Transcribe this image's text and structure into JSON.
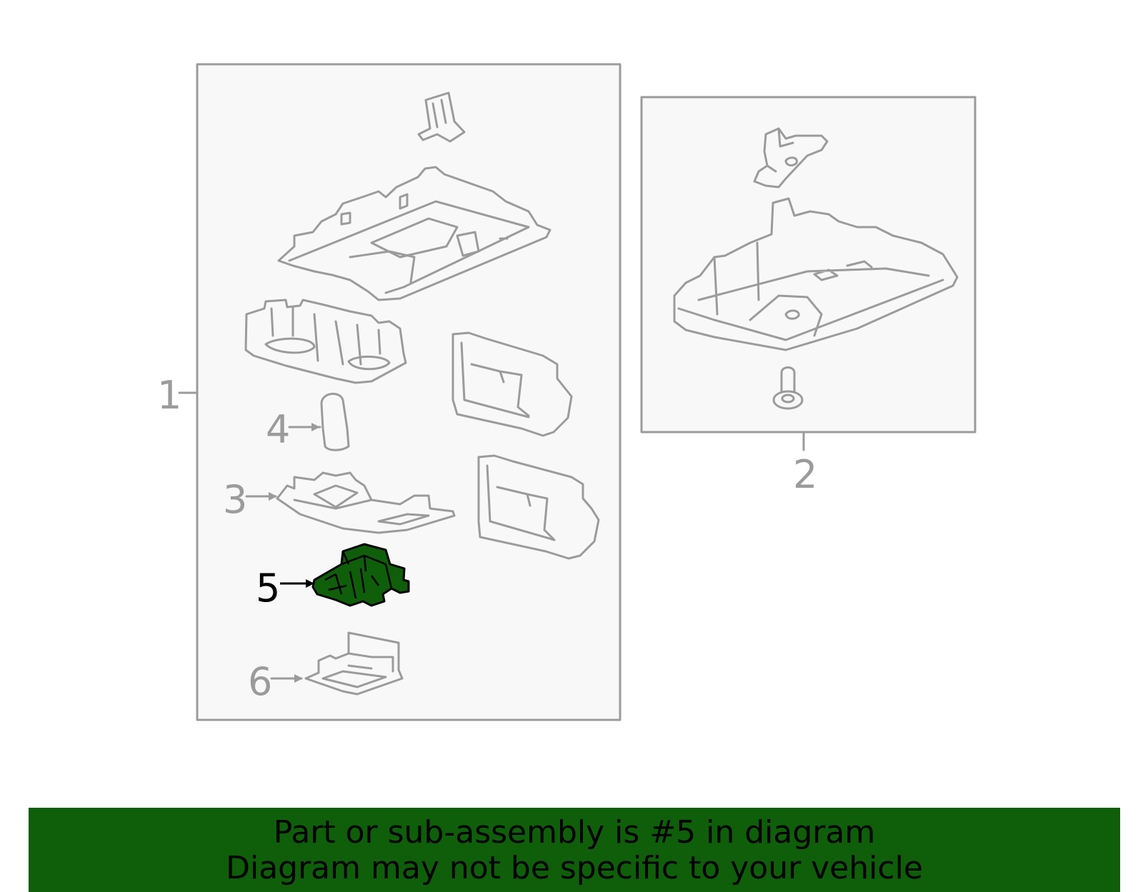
{
  "diagram": {
    "callouts": [
      "1",
      "2",
      "3",
      "4",
      "5",
      "6"
    ],
    "highlighted_callout": "5",
    "colors": {
      "highlight": "#0f5e0a",
      "line": "#9b9b9b",
      "panel": "#f8f8f8"
    }
  },
  "banner": {
    "line1": "Part or sub-assembly is #5 in diagram",
    "line2": "Diagram may not be specific to your vehicle"
  }
}
